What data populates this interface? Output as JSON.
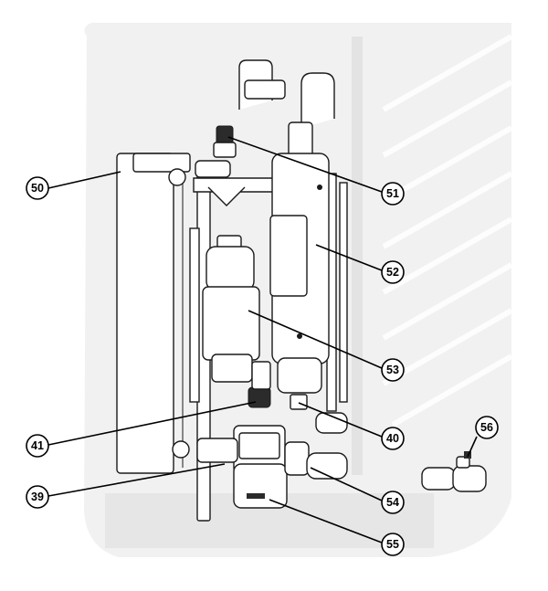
{
  "callouts": [
    {
      "id": "50",
      "label": "50"
    },
    {
      "id": "51",
      "label": "51"
    },
    {
      "id": "52",
      "label": "52"
    },
    {
      "id": "53",
      "label": "53"
    },
    {
      "id": "40",
      "label": "40"
    },
    {
      "id": "41",
      "label": "41"
    },
    {
      "id": "56",
      "label": "56"
    },
    {
      "id": "39",
      "label": "39"
    },
    {
      "id": "54",
      "label": "54"
    },
    {
      "id": "55",
      "label": "55"
    }
  ],
  "colors": {
    "outline": "#1a1a1a",
    "background_ghost": "#f1f1f1",
    "dark_part": "#2b2b2b"
  }
}
